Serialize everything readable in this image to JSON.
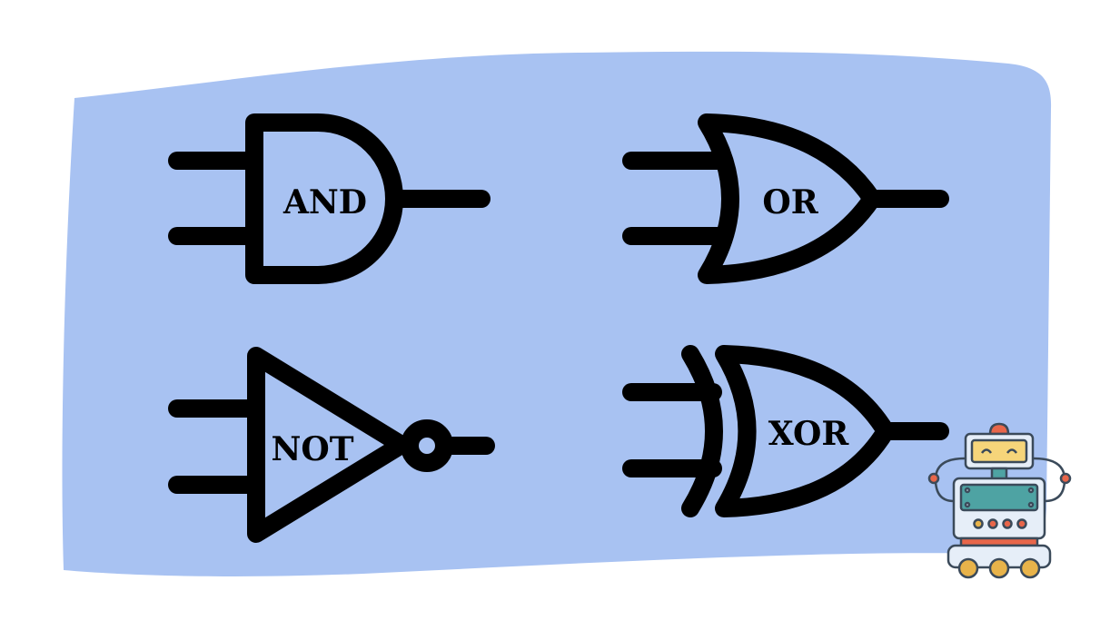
{
  "gates": [
    {
      "id": "and",
      "label": "AND"
    },
    {
      "id": "or",
      "label": "OR"
    },
    {
      "id": "not",
      "label": "NOT"
    },
    {
      "id": "xor",
      "label": "XOR"
    }
  ],
  "colors": {
    "panel": "#a8c2f2",
    "stroke": "#000000",
    "background": "#ffffff",
    "robot_body": "#e6eef8",
    "robot_screen": "#4ea3a3",
    "robot_face": "#f6d57a",
    "robot_light": "#e8664a",
    "robot_accent": "#e8b34a",
    "robot_outline": "#3b4a5a"
  },
  "mascot": {
    "icon": "robot-icon"
  }
}
